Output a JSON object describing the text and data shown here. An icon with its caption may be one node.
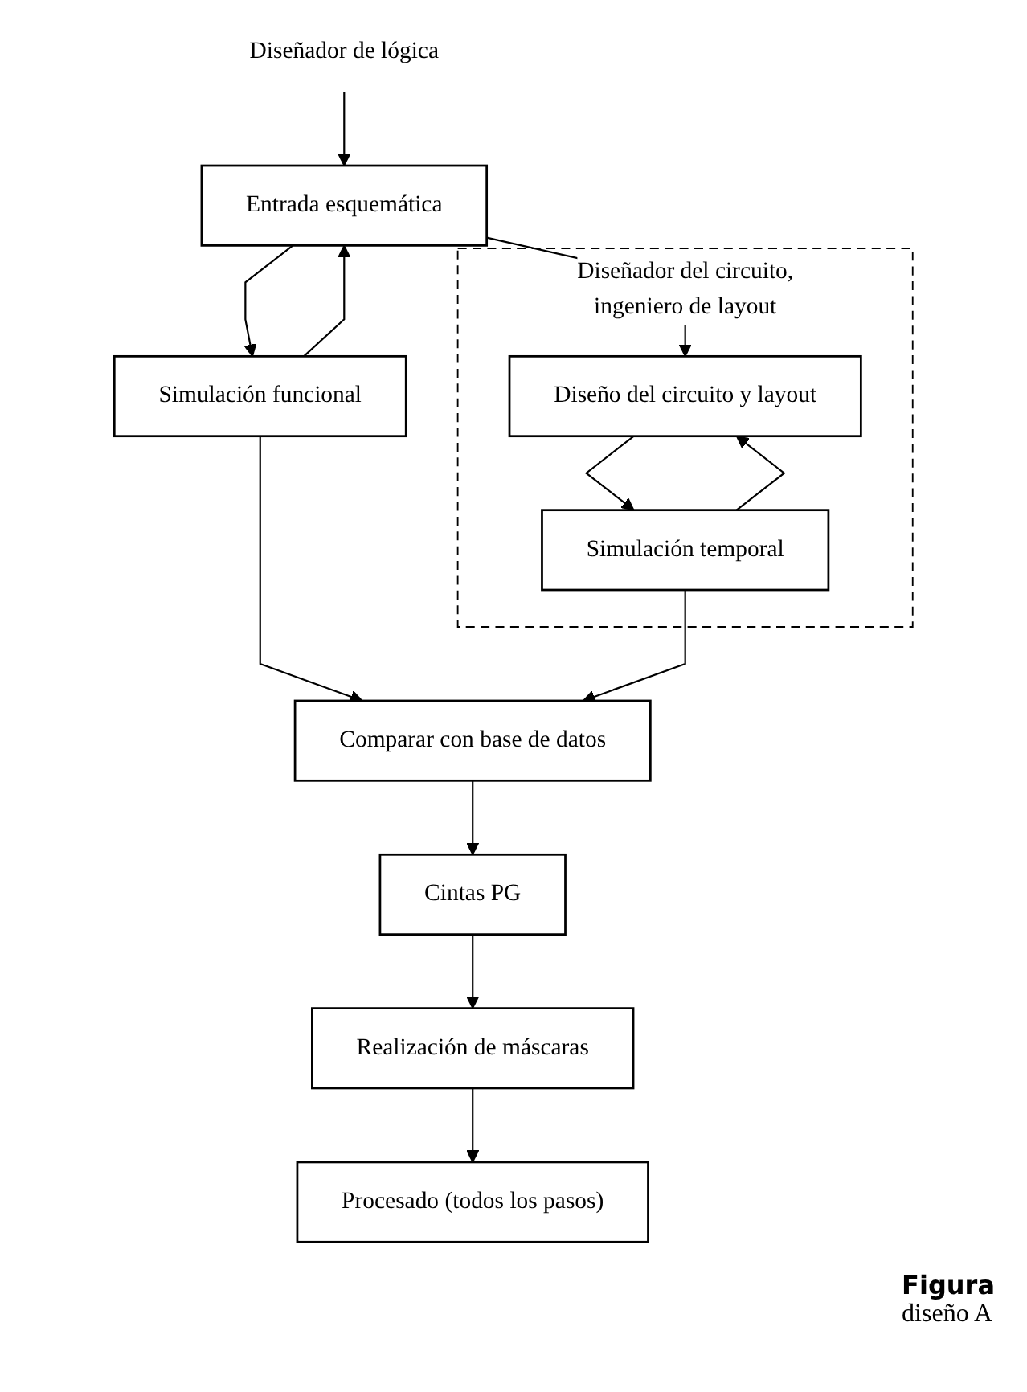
{
  "diagram": {
    "nodes": [
      {
        "text": [
          "Diseñador de lógica"
        ]
      },
      {
        "text": [
          "Entrada esquemática"
        ]
      },
      {
        "text": [
          "Simulación funcional"
        ]
      },
      {
        "text": [
          "Diseñador del circuito, ingeniero de layout"
        ]
      },
      {
        "text": [
          "Diseño del circuito y layout"
        ],
        "in": 3
      },
      {
        "text": [
          "Simulación temporal"
        ],
        "in": 3
      },
      {
        "text": [
          "Comparar con base de datos"
        ]
      },
      {
        "text": [
          "Cintas PG"
        ]
      },
      {
        "text": [
          "Realización de máscaras"
        ]
      },
      {
        "text": [
          "Procesado (todos los pasos)"
        ]
      }
    ],
    "edges": [
      {
        "from": 0,
        "to": 1,
        "arrow": "to"
      },
      {
        "from": 1,
        "to": 2,
        "arrow": "to"
      },
      {
        "from": 1,
        "to": 4,
        "arrow": "to"
      },
      {
        "from": 2,
        "to": 1,
        "arrow": "to"
      },
      {
        "from": 4,
        "to": 5,
        "arrow": "to"
      },
      {
        "from": 5,
        "to": 4,
        "arrow": "to"
      },
      {
        "from": 2,
        "to": 6,
        "arrow": "to"
      },
      {
        "from": 5,
        "to": 6,
        "arrow": "to"
      },
      {
        "from": 6,
        "to": 7,
        "arrow": "to"
      },
      {
        "from": 7,
        "to": 8,
        "arrow": "to"
      },
      {
        "from": 8,
        "to": 9,
        "arrow": "to"
      }
    ],
    "labels": [
      "Figura",
      "diseño A"
    ]
  }
}
